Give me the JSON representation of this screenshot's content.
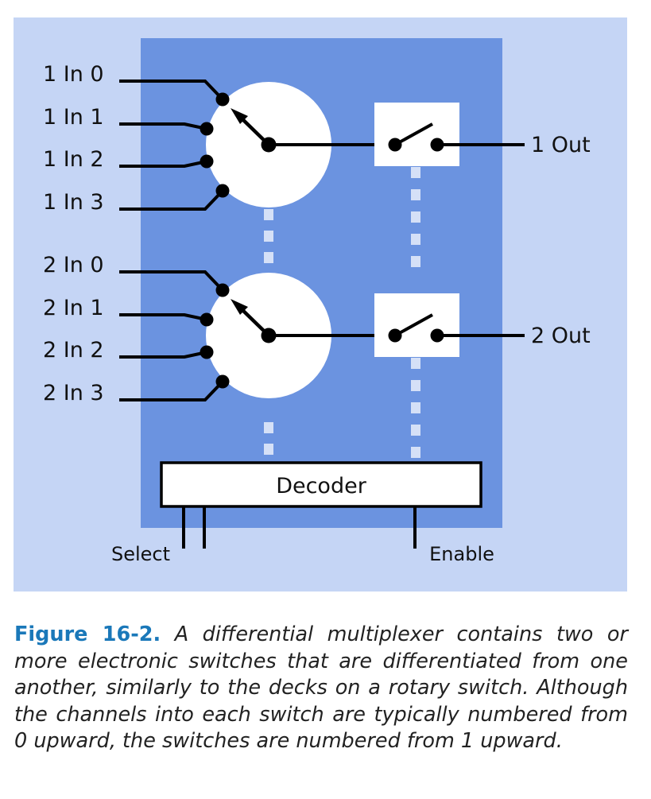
{
  "diagram": {
    "colors": {
      "outer_background": "#c5d5f5",
      "module_body": "#6b93e0",
      "switch_face": "#ffffff",
      "wire": "#000000",
      "link_dots": "#d5e0f7"
    },
    "switch1": {
      "inputs": [
        "1 In 0",
        "1 In 1",
        "1 In 2",
        "1 In 3"
      ],
      "output": "1 Out"
    },
    "switch2": {
      "inputs": [
        "2 In 0",
        "2 In 1",
        "2 In 2",
        "2 In 3"
      ],
      "output": "2 Out"
    },
    "decoder": {
      "label": "Decoder"
    },
    "select_label": "Select",
    "enable_label": "Enable"
  },
  "caption": {
    "figure_number": "Figure 16-2.",
    "text": "A differential multiplexer contains two or more electronic switches that are differentiated from one another, similarly to the decks on a rotary switch. Although the channels into each switch are typically numbered from 0 upward, the switches are numbered from 1 upward."
  }
}
